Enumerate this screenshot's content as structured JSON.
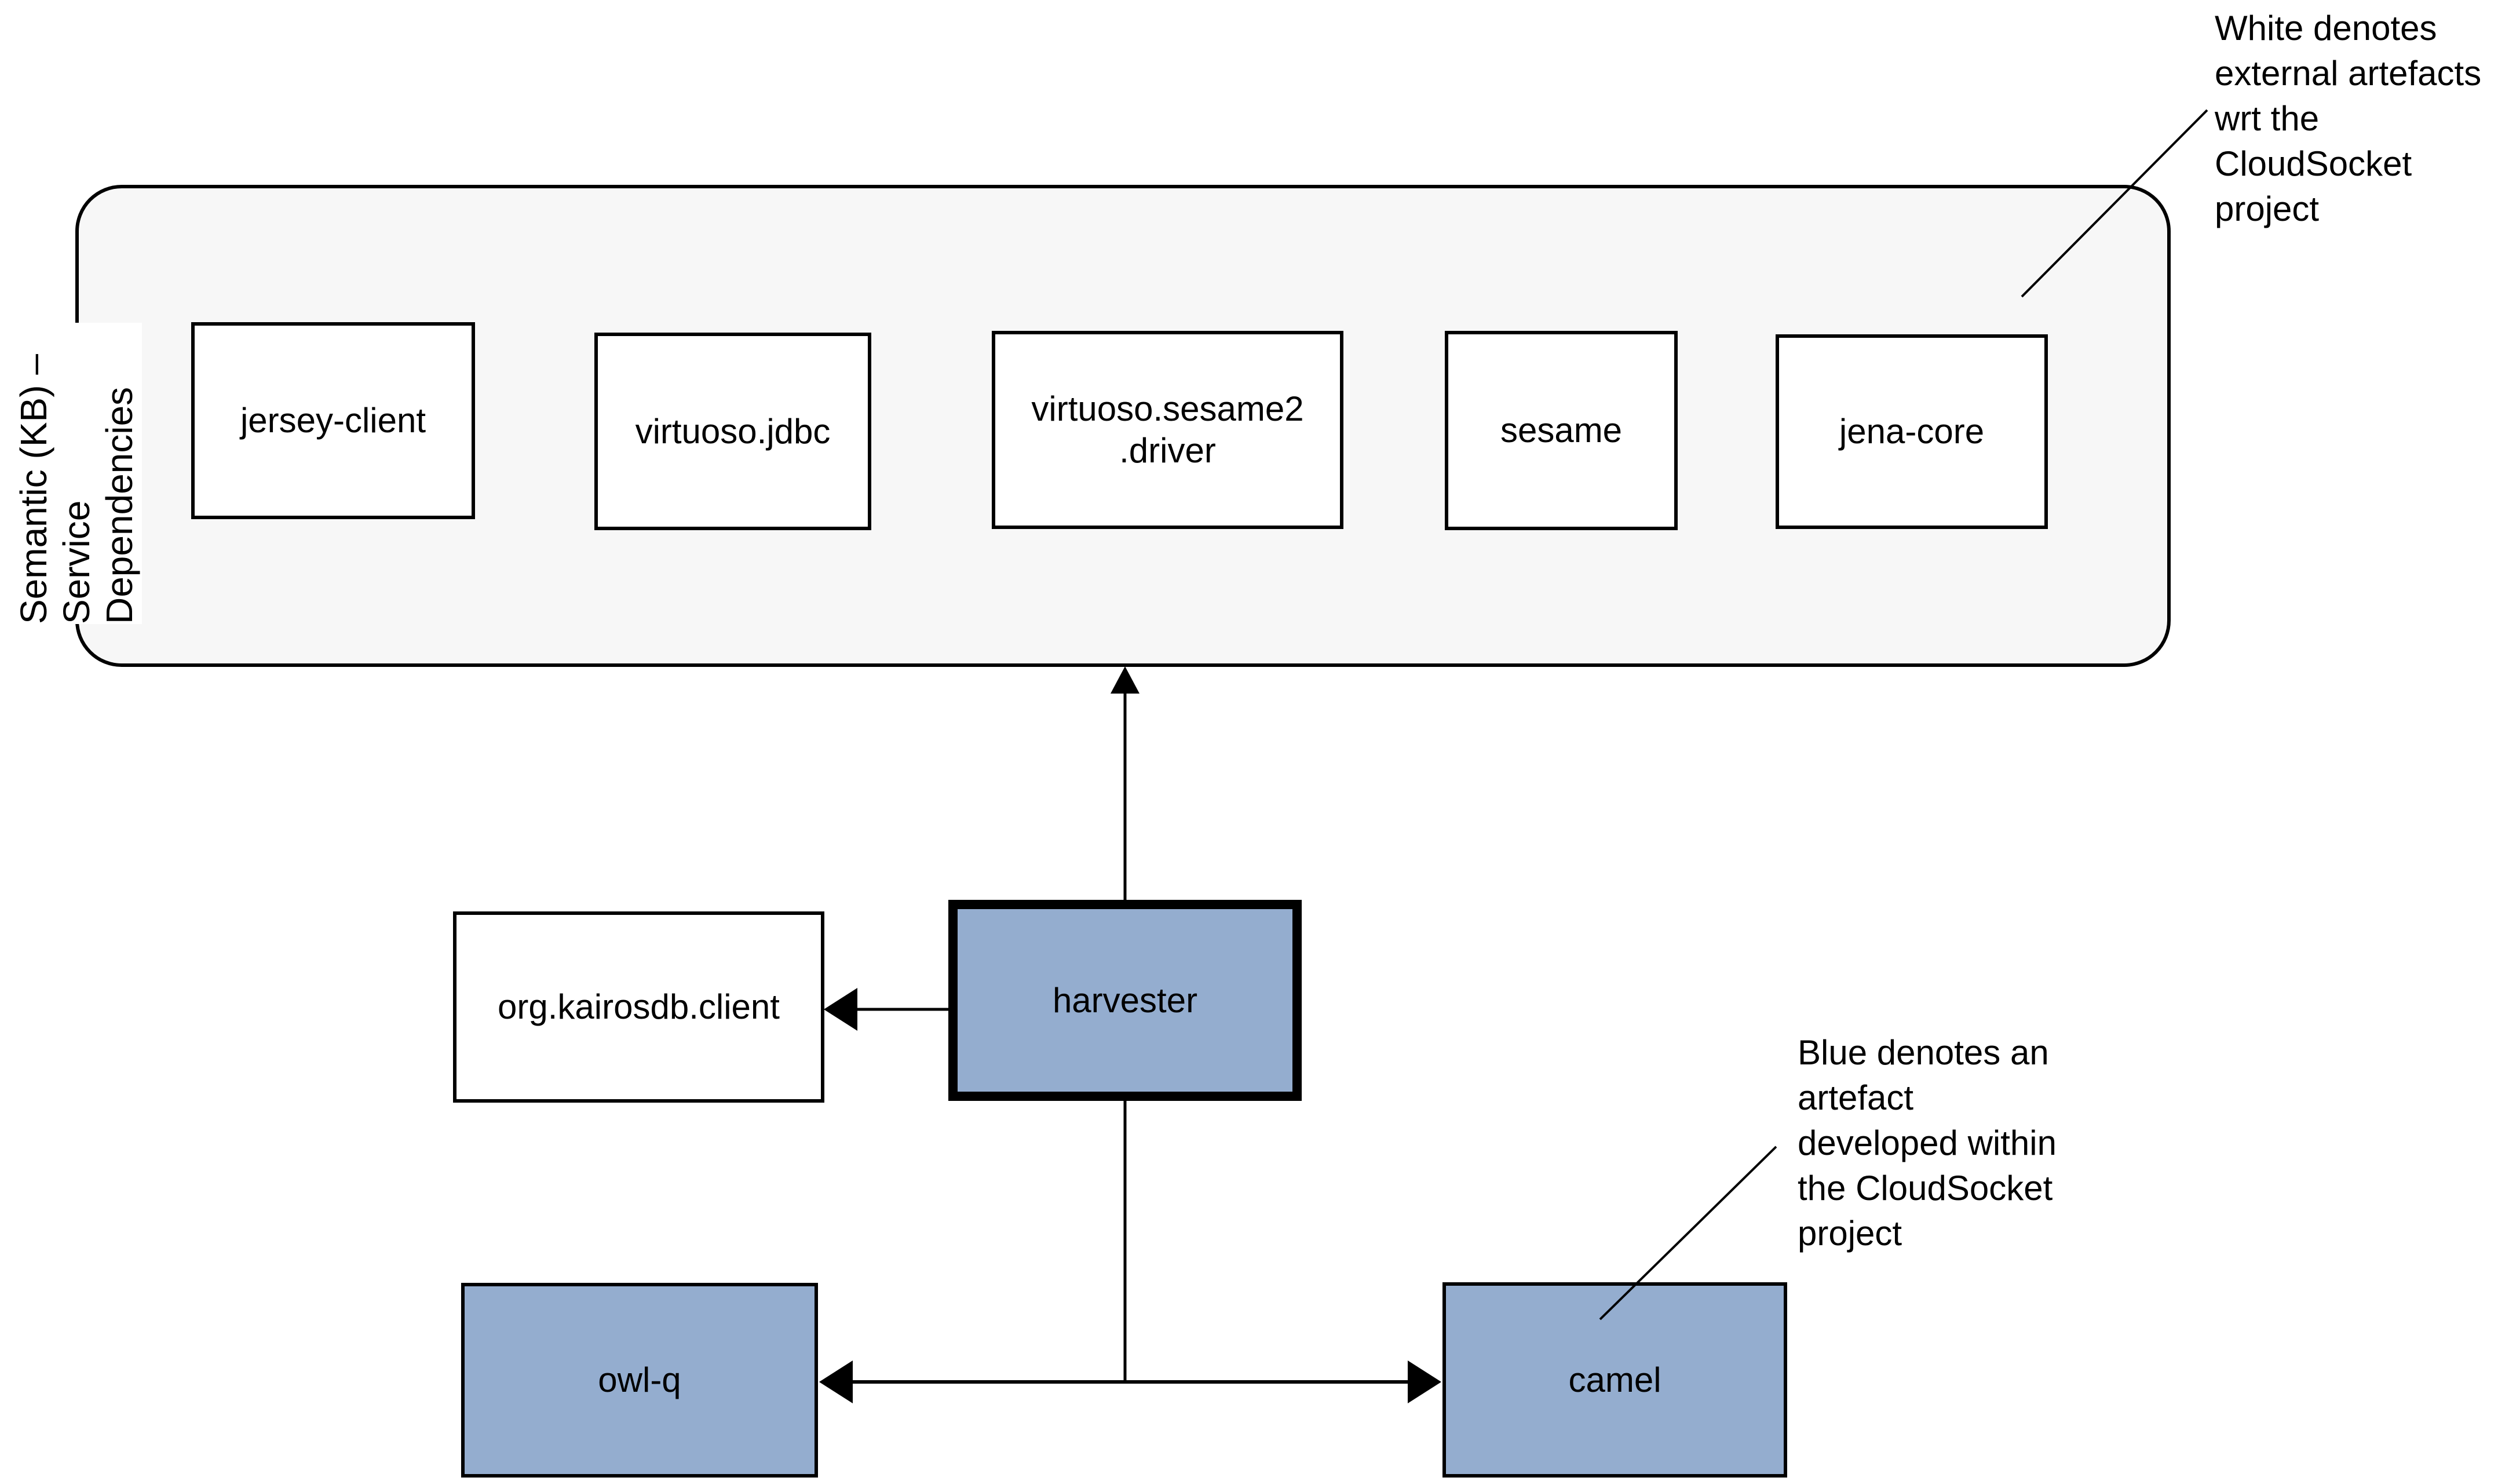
{
  "group": {
    "label": "Semantic (KB) –\nService\nDependencies",
    "boxes": {
      "jersey_client": "jersey-client",
      "virtuoso_jdbc": "virtuoso.jdbc",
      "virtuoso_sesame2_driver": "virtuoso.sesame2\n.driver",
      "sesame": "sesame",
      "jena_core": "jena-core"
    }
  },
  "nodes": {
    "harvester": "harvester",
    "org_kairosdb_client": "org.kairosdb.client",
    "owl_q": "owl-q",
    "camel": "camel"
  },
  "annotations": {
    "white_note": "White denotes\nexternal artefacts\nwrt the\nCloudSocket\nproject",
    "blue_note": "Blue denotes an\nartefact\ndeveloped within\nthe CloudSocket\nproject"
  },
  "colors": {
    "artefact_blue": "#94ADCF",
    "group_fill": "#F7F7F7",
    "line_black": "#000000",
    "background": "#FFFFFF"
  }
}
